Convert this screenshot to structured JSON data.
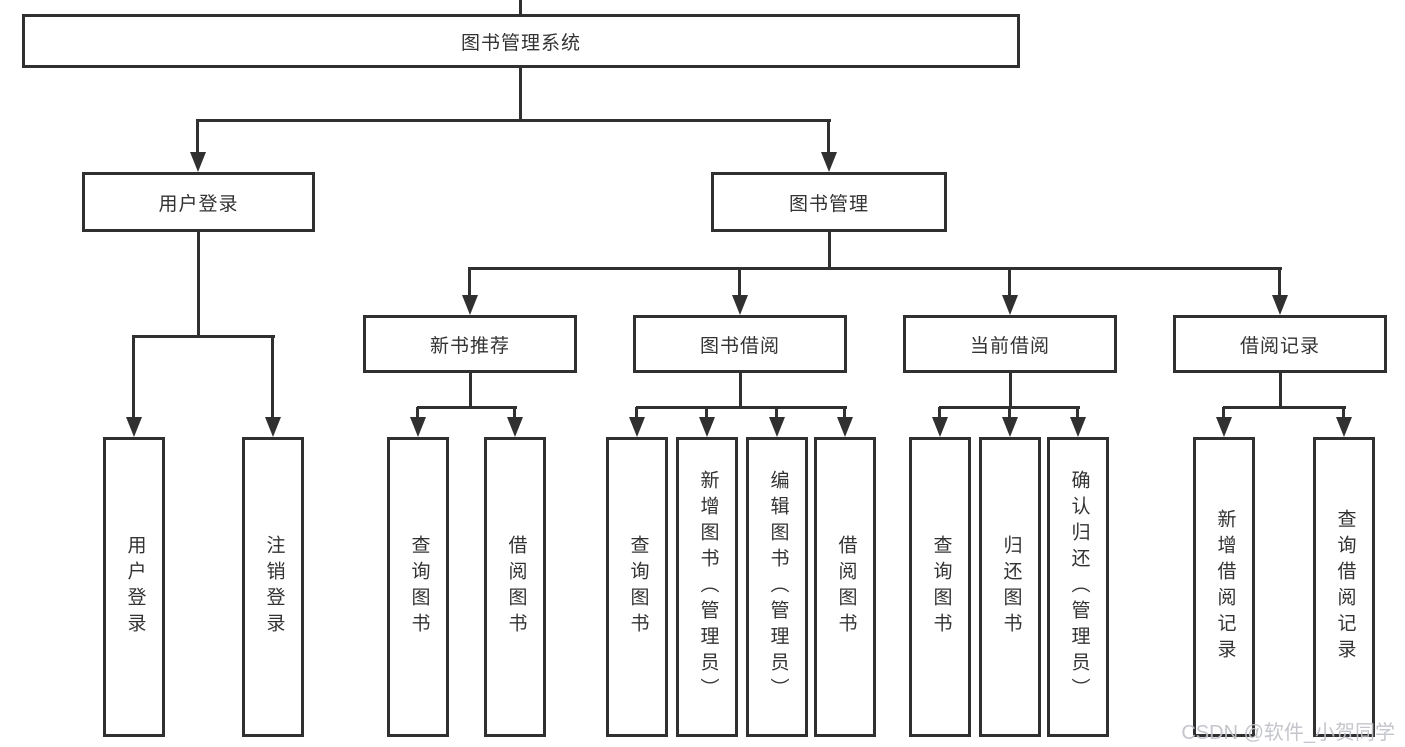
{
  "diagram": {
    "root": {
      "label": "图书管理系统"
    },
    "level2": [
      {
        "label": "用户登录"
      },
      {
        "label": "图书管理"
      }
    ],
    "level3": [
      {
        "label": "新书推荐"
      },
      {
        "label": "图书借阅"
      },
      {
        "label": "当前借阅"
      },
      {
        "label": "借阅记录"
      }
    ],
    "leaves": {
      "user_login_group": [
        {
          "label": "用户登录"
        },
        {
          "label": "注销登录"
        }
      ],
      "new_book_group": [
        {
          "label": "查询图书"
        },
        {
          "label": "借阅图书"
        }
      ],
      "book_borrow_group": [
        {
          "label": "查询图书"
        },
        {
          "label": "新增图书（管理员）"
        },
        {
          "label": "编辑图书（管理员）"
        },
        {
          "label": "借阅图书"
        }
      ],
      "current_borrow_group": [
        {
          "label": "查询图书"
        },
        {
          "label": "归还图书"
        },
        {
          "label": "确认归还（管理员）"
        }
      ],
      "records_group": [
        {
          "label": "新增借阅记录"
        },
        {
          "label": "查询借阅记录"
        }
      ]
    }
  },
  "watermark": {
    "text": "CSDN @软件_小贺同学"
  },
  "colors": {
    "line": "#303030",
    "text": "#333333",
    "background": "#ffffff",
    "watermark": "#c1c3c9"
  }
}
